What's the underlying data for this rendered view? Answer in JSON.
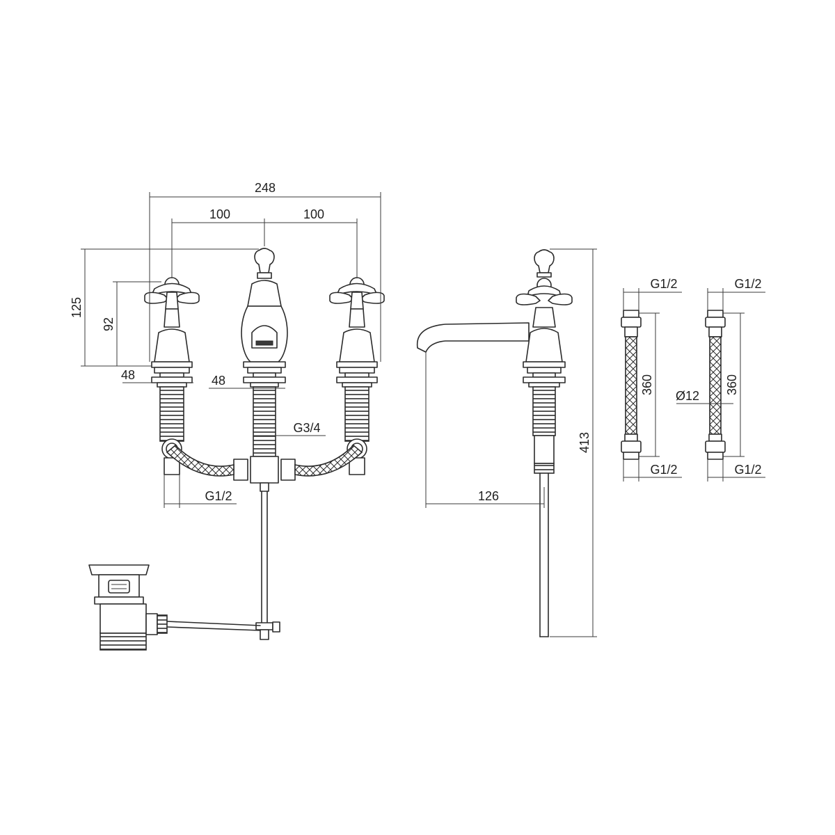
{
  "drawing": {
    "colors": {
      "line": "#2b2b2b",
      "background": "#ffffff"
    },
    "dimensions": {
      "overall_width": "248",
      "spacing_left": "100",
      "spacing_right": "100",
      "spout_height": "125",
      "handle_height": "92",
      "collar_left": "48",
      "collar_center": "48",
      "center_thread": "G3/4",
      "outlet_thread": "G1/2",
      "spout_reach": "126",
      "side_total_height": "413",
      "hose_a_top": "G1/2",
      "hose_a_length": "360",
      "hose_a_bottom": "G1/2",
      "hose_b_top": "G1/2",
      "hose_b_diameter": "Ø12",
      "hose_b_length": "360",
      "hose_b_bottom": "G1/2"
    }
  }
}
